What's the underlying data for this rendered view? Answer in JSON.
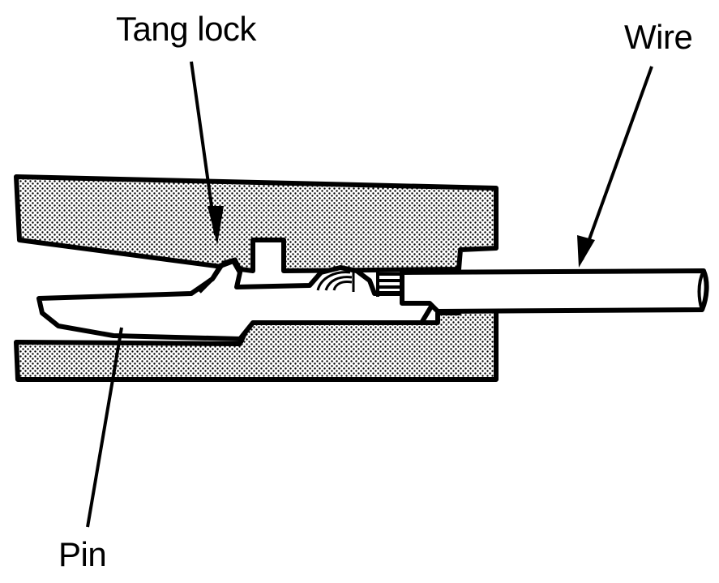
{
  "callouts": {
    "tang_lock": "Tang lock",
    "wire": "Wire",
    "pin": "Pin"
  },
  "colors": {
    "ink": "#000000",
    "paper": "#ffffff",
    "housing_stipple": "#000000"
  }
}
